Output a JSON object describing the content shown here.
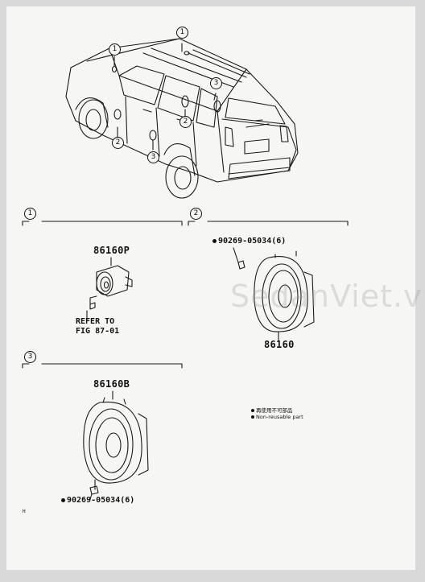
{
  "callouts": {
    "one": "1",
    "two": "2",
    "three": "3"
  },
  "section1": {
    "part_no": "86160P",
    "refer_line1": "REFER TO",
    "refer_line2": "FIG 87-01"
  },
  "section2": {
    "bolt": "90269-05034(6)",
    "part_no": "86160"
  },
  "section3": {
    "part_no": "86160B",
    "bolt": "90269-05034(6)"
  },
  "legend": {
    "line1": "再使用不可部品",
    "line2": "Non-reusable part"
  },
  "watermark": "SedanViet.vn",
  "corner_mark": "H"
}
